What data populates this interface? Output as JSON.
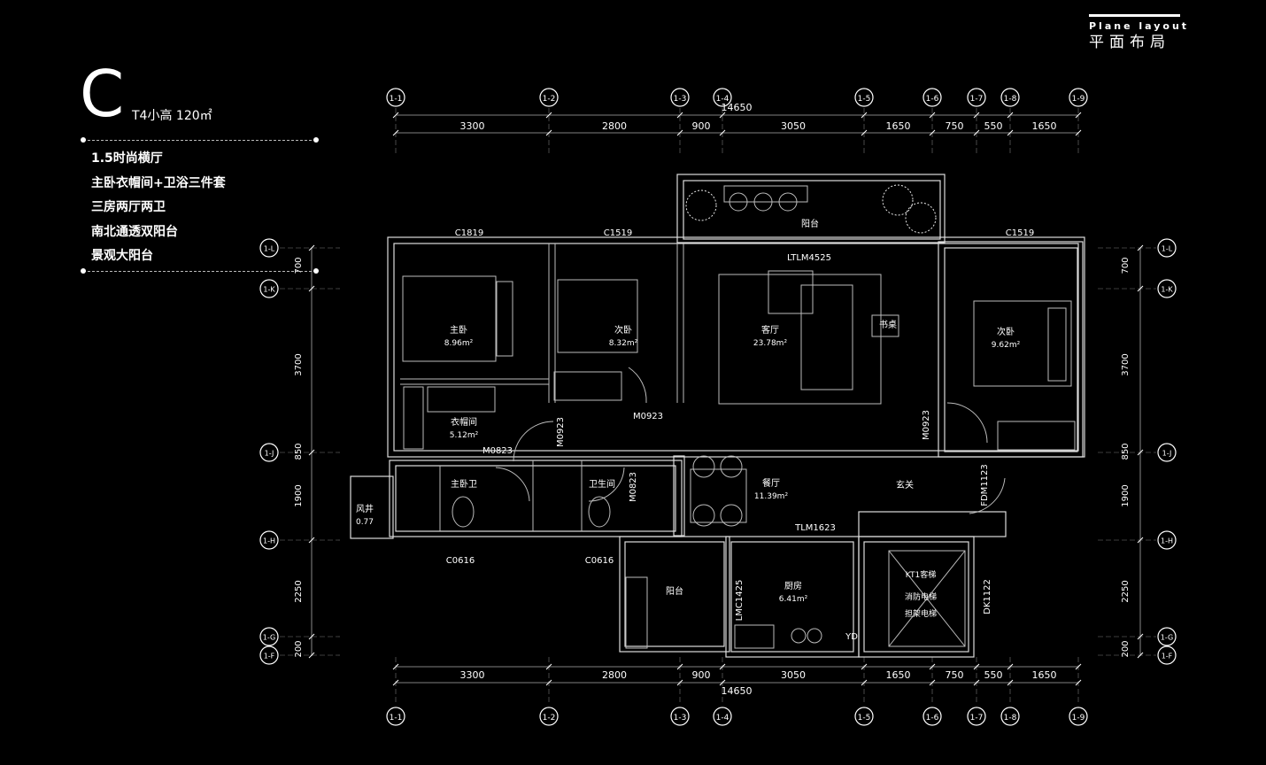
{
  "header": {
    "title_en": "Plane layout",
    "title_cn": "平面布局"
  },
  "unit": {
    "letter": "C",
    "type_label": "T4小高 120㎡"
  },
  "features": [
    "1.5时尚横厅",
    "主卧衣帽间+卫浴三件套",
    "三房两厅两卫",
    "南北通透双阳台",
    "景观大阳台"
  ],
  "grid_axes_top": [
    "1-1",
    "1-2",
    "1-3",
    "1-4",
    "1-5",
    "1-6",
    "1-7",
    "1-8",
    "1-9"
  ],
  "grid_axes_side": [
    "1-L",
    "1-K",
    "1-J",
    "1-H",
    "1-G",
    "1-F"
  ],
  "dims_top": [
    "3300",
    "2800",
    "900",
    "3050",
    "1650",
    "750",
    "550",
    "1650"
  ],
  "dims_total": "14650",
  "dims_side": [
    "700",
    "3700",
    "850",
    "1900",
    "2250",
    "200"
  ],
  "rooms": [
    {
      "name": "主卧",
      "area": "8.96m²"
    },
    {
      "name": "次卧",
      "area": "8.32m²"
    },
    {
      "name": "客厅",
      "area": "23.78m²"
    },
    {
      "name": "次卧",
      "area": "9.62m²"
    },
    {
      "name": "衣帽间",
      "area": "5.12m²"
    },
    {
      "name": "餐厅",
      "area": "11.39m²"
    },
    {
      "name": "厨房",
      "area": "6.41m²"
    },
    {
      "name": "阳台",
      "area": ""
    },
    {
      "name": "阳台",
      "area": ""
    },
    {
      "name": "主卧卫",
      "area": ""
    },
    {
      "name": "卫生间",
      "area": ""
    },
    {
      "name": "玄关",
      "area": ""
    },
    {
      "name": "书桌",
      "area": ""
    },
    {
      "name": "风井",
      "area": "0.77"
    }
  ],
  "openings": [
    "C1819",
    "C1519",
    "LTLM4525",
    "C1519",
    "M0923",
    "M0923",
    "M0923",
    "M0823",
    "M0823",
    "FDM1123",
    "TLM1623",
    "C0616",
    "C0616",
    "LMC1425",
    "DK1122",
    "YD"
  ],
  "elevator": [
    "KT1客梯",
    "消防电梯",
    "担架电梯"
  ]
}
